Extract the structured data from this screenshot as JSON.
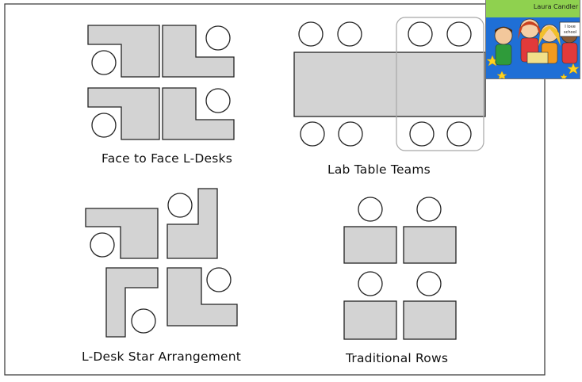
{
  "captions": {
    "face_to_face": "Face to Face L-Desks",
    "lab_table": "Lab Table Teams",
    "star": "L-Desk Star Arrangement",
    "rows": "Traditional Rows"
  },
  "badge": {
    "author": "Laura Candler",
    "sign_text": "I love school"
  },
  "colors": {
    "desk_fill": "#d3d3d3",
    "stroke": "#222222",
    "highlight_border": "#a8a8a8",
    "badge_bg": "#1f6fd6"
  }
}
